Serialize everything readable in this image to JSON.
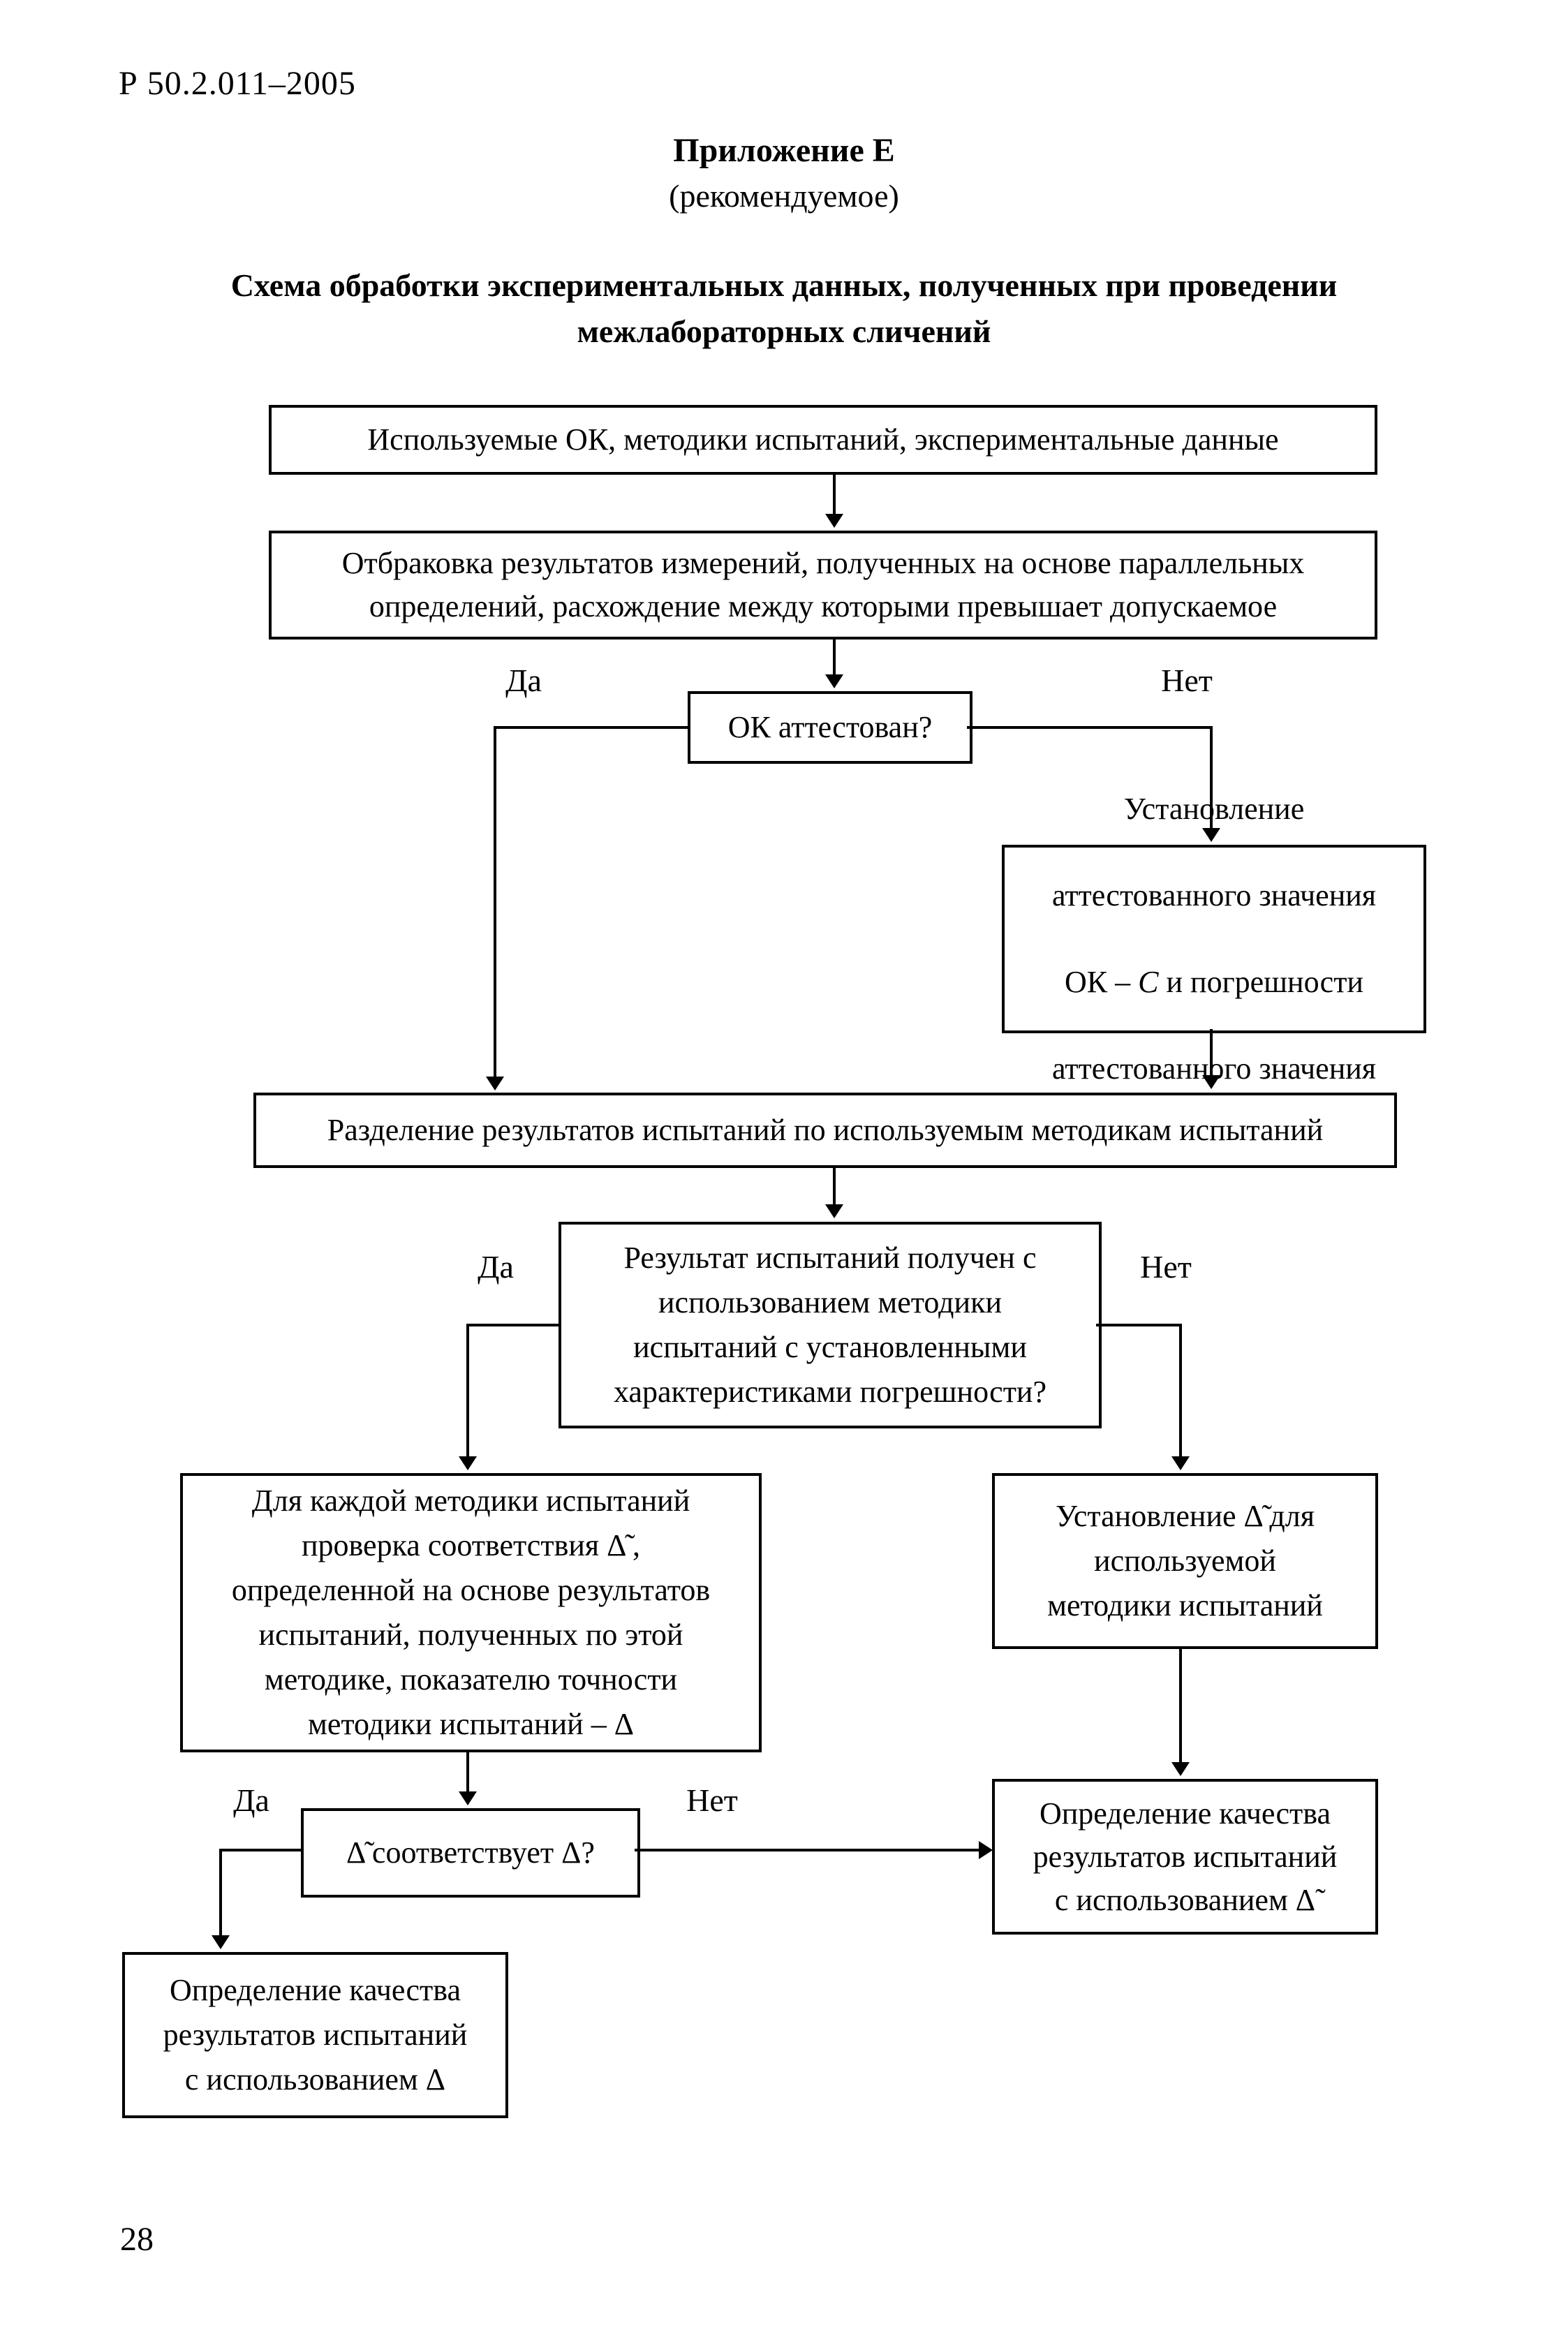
{
  "header": {
    "doc_number": "Р 50.2.011–2005",
    "appendix": "Приложение Е",
    "appendix_note": "(рекомендуемое)",
    "title": "Схема обработки экспериментальных данных, полученных при проведении\nмежлабораторных сличений"
  },
  "flow": {
    "input_box": "Используемые ОК, методики испытаний, экспериментальные данные",
    "screening_box": "Отбраковка результатов измерений, полученных на основе параллельных\nопределений, расхождение между которыми превышает допускаемое",
    "decision_ok_certified": {
      "text": "ОК аттестован?",
      "yes": "Да",
      "no": "Нет"
    },
    "establish_value_box": {
      "line1": "Установление",
      "line2": "аттестованного значения",
      "line3_prefix": "ОК – ",
      "line3_italic": "С",
      "line3_suffix": " и погрешности",
      "line4": "аттестованного значения"
    },
    "split_box": "Разделение результатов испытаний по используемым методикам испытаний",
    "decision_method": {
      "text": "Результат испытаний получен с\nиспользованием методики\nиспытаний с установленными\nхарактеристиками погрешности?",
      "yes": "Да",
      "no": "Нет"
    },
    "check_delta_box": "Для каждой методики испытаний\nпроверка соответствия Δ̃ ,\nопределенной на основе результатов\nиспытаний, полученных по этой\nметодике, показателю точности\nметодики испытаний – Δ",
    "establish_delta_box": "Установление Δ̃ для\nиспользуемой\nметодики испытаний",
    "decision_delta": {
      "text": "Δ̃ соответствует Δ?",
      "yes": "Да",
      "no": "Нет"
    },
    "quality_delta_tilde_box": "Определение качества\nрезультатов испытаний\nс использованием Δ̃",
    "quality_delta_box": "Определение качества\nрезультатов испытаний\nс использованием Δ"
  },
  "footer": {
    "page_number": "28"
  }
}
